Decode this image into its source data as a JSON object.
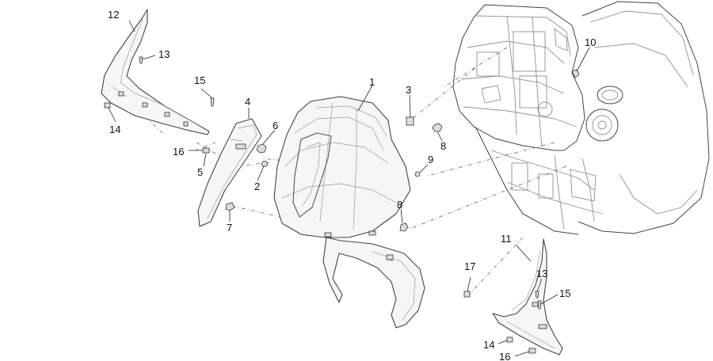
{
  "diagram": {
    "callouts": {
      "c1": "1",
      "c2": "2",
      "c3": "3",
      "c4": "4",
      "c5": "5",
      "c6": "6",
      "c7": "7",
      "c8a": "8",
      "c8b": "8",
      "c9": "9",
      "c10": "10",
      "c11": "11",
      "c12": "12",
      "c13a": "13",
      "c13b": "13",
      "c14a": "14",
      "c14b": "14",
      "c15a": "15",
      "c15b": "15",
      "c16a": "16",
      "c16b": "16",
      "c17": "17"
    }
  }
}
